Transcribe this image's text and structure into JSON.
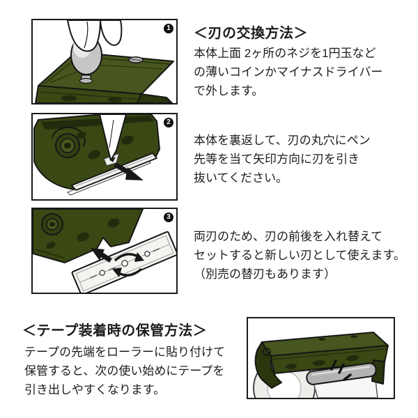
{
  "sections": {
    "blade": {
      "title": "＜刃の交換方法＞",
      "steps": [
        {
          "num": "1",
          "illustration": "coin-unscrewing-top-screw",
          "lines": [
            "本体上面 2ヶ所のネジを1円玉など",
            "の薄いコインかマイナスドライバー",
            "で外します。"
          ]
        },
        {
          "num": "2",
          "illustration": "pen-pushing-blade-out",
          "lines": [
            "本体を裏返して、刃の丸穴にペン",
            "先等を当て矢印方向に刃を引き",
            "抜いてください。"
          ]
        },
        {
          "num": "3",
          "illustration": "blade-flip-and-reinsert",
          "lines": [
            "両刃のため、刃の前後を入れ替えて",
            "セットすると新しい刃として使えます。",
            "（別売の替刃もあります）"
          ]
        }
      ]
    },
    "storage": {
      "title": "＜テープ装着時の保管方法＞",
      "illustration": "tape-end-stuck-on-roller",
      "lines": [
        "テープの先端をローラーに貼り付けて",
        "保管すると、次の使い始めにテープを",
        "引き出しやすくなります。"
      ]
    }
  },
  "colors": {
    "background": "#ffffff",
    "text": "#1c1c1c",
    "outline": "#161616",
    "body_green_top": "#47561e",
    "body_green_front": "#3a4814",
    "body_green_dark": "#222c0d",
    "metal_gray": "#b9b9b9",
    "paper_white": "#f4f4f1"
  }
}
